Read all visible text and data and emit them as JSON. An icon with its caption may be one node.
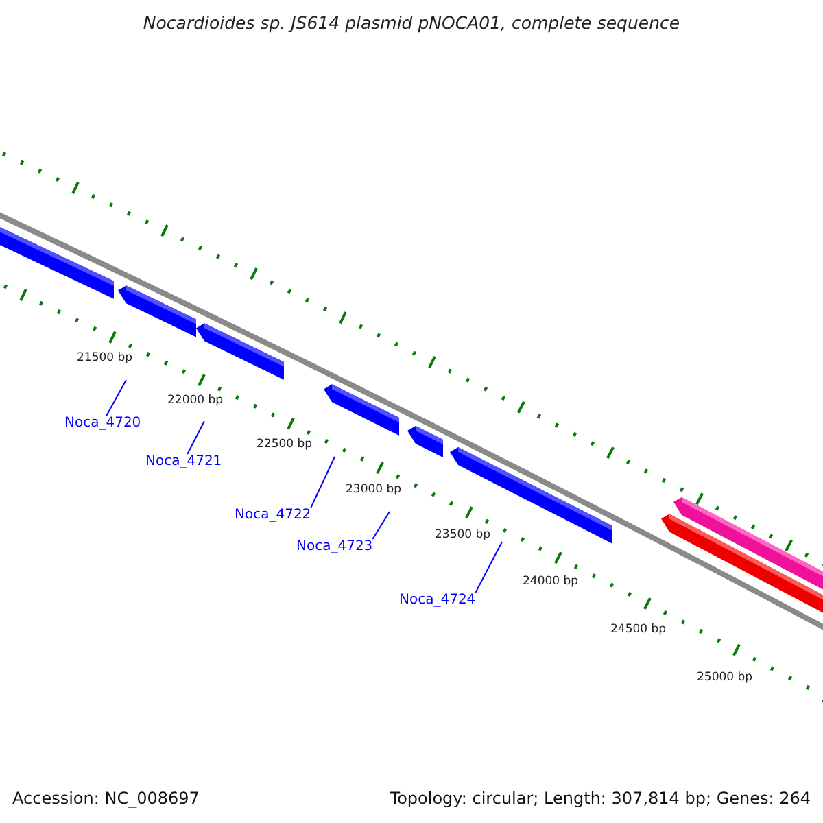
{
  "diagram": {
    "title": "Nocardioides sp. JS614 plasmid pNOCA01, complete sequence",
    "nodes": [
      {
        "text": [
          "Noca_4720"
        ]
      },
      {
        "text": [
          "Noca_4721"
        ]
      },
      {
        "text": [
          "Noca_4722"
        ]
      },
      {
        "text": [
          "Noca_4723"
        ]
      },
      {
        "text": [
          "Noca_4724"
        ]
      }
    ],
    "edges": [
      {
        "from": 0,
        "to": null,
        "arrow": "none"
      },
      {
        "from": 1,
        "to": null,
        "arrow": "none"
      },
      {
        "from": 2,
        "to": null,
        "arrow": "none"
      },
      {
        "from": 3,
        "to": null,
        "arrow": "none"
      },
      {
        "from": 4,
        "to": null,
        "arrow": "none"
      }
    ],
    "labels": [
      "21500 bp",
      "22000 bp",
      "22500 bp",
      "23000 bp",
      "23500 bp",
      "24000 bp",
      "24500 bp",
      "25000 bp",
      "Accession: NC_008697",
      "Topology: circular; Length: 307,814 bp; Genes: 264"
    ]
  }
}
